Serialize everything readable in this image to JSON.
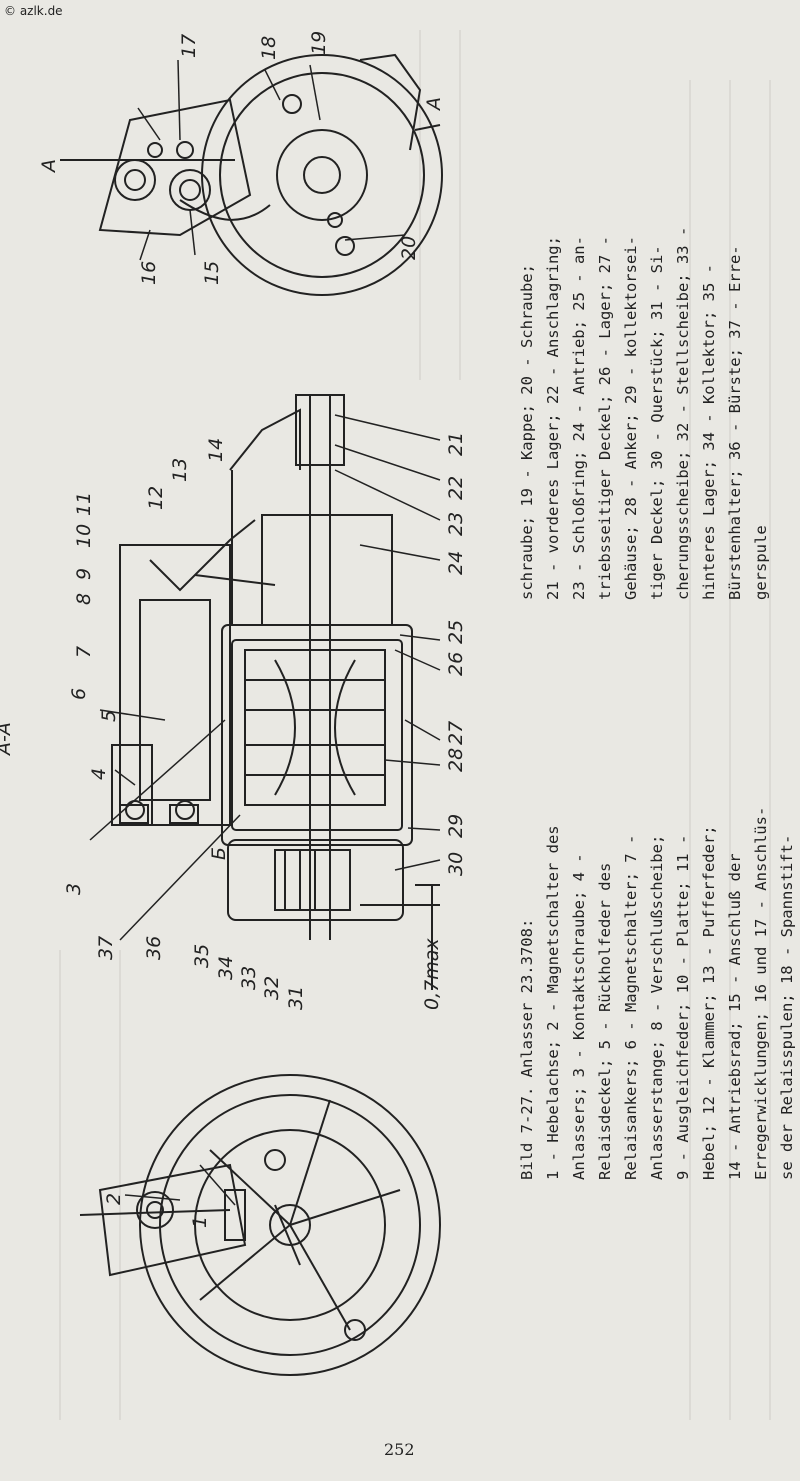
{
  "watermark": "© azlk.de",
  "page_number": "252",
  "section_label": "A-A",
  "view_marker": "A",
  "view_marker_b": "Б",
  "dimension_label": "0,7max",
  "callouts": {
    "c1": "1",
    "c2": "2",
    "c3": "3",
    "c4": "4",
    "c5": "5",
    "c6": "6",
    "c7": "7",
    "c8": "8",
    "c9": "9",
    "c10": "10",
    "c11": "11",
    "c12": "12",
    "c13": "13",
    "c14": "14",
    "c15": "15",
    "c16": "16",
    "c17": "17",
    "c18": "18",
    "c19": "19",
    "c20": "20",
    "c21": "21",
    "c22": "22",
    "c23": "23",
    "c24": "24",
    "c25": "25",
    "c26": "26",
    "c27": "27",
    "c28": "28",
    "c29": "29",
    "c30": "30",
    "c31": "31",
    "c32": "32",
    "c33": "33",
    "c34": "34",
    "c35": "35",
    "c36": "36",
    "c37": "37"
  },
  "caption_lines": [
    "Bild 7-27. Anlasser 23.3708:",
    "1 - Hebelachse; 2 - Magnetschalter des",
    "Anlassers; 3 - Kontaktschraube; 4 -",
    "Relaisdeckel; 5 - Rückholfeder des",
    "Relaisankers; 6 - Magnetschalter; 7 -",
    "Anlasserstange; 8 - Verschlußscheibe;",
    "9 - Ausgleichfeder; 10 - Platte; 11 -",
    "Hebel; 12 - Klammer; 13 - Pufferfeder;",
    "14 - Antriebsrad; 15 - Anschluß der",
    "Erregerwicklungen; 16 und 17 - Anschlüs-",
    "se der Relaisspulen; 18 - Spannstift-",
    "schraube; 19 - Kappe; 20 - Schraube;",
    "21 - vorderes Lager; 22 - Anschlagring;",
    "23 - Schloßring; 24 - Antrieb; 25 - an-",
    "triebsseitiger Deckel; 26 - Lager; 27 -",
    "Gehäuse; 28 - Anker; 29 - kollektorsei-",
    "tiger Deckel; 30 - Querstück; 31 - Si-",
    "cherungsscheibe; 32 - Stellscheibe; 33 -",
    "hinteres Lager; 34 - Kollektor; 35 -",
    "Bürstenhalter; 36 - Bürste; 37 - Erre-",
    "gerspule"
  ]
}
